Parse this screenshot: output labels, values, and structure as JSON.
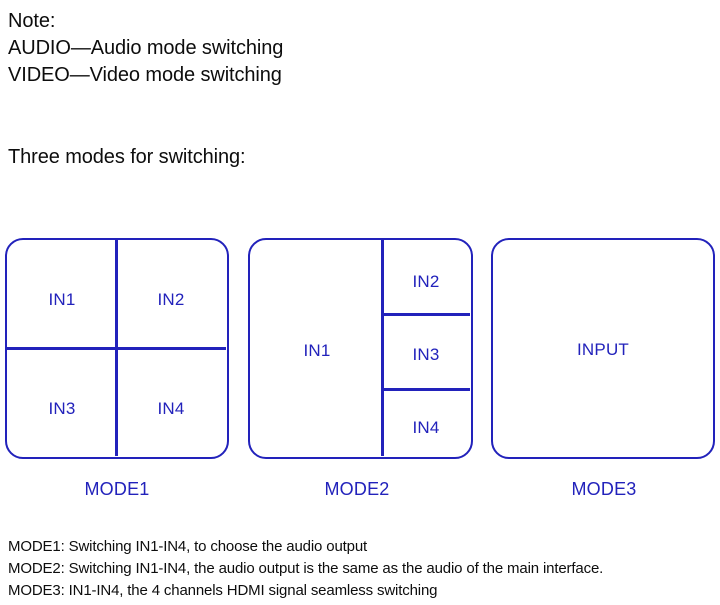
{
  "note": {
    "lines": [
      "Note:",
      "AUDIO—Audio mode switching",
      "VIDEO—Video mode switching"
    ]
  },
  "section": {
    "heading": "Three modes for switching:"
  },
  "colors": {
    "diagram_stroke": "#2222bb",
    "text": "#0d0d0d",
    "background": "#ffffff"
  },
  "diagrams": [
    {
      "id": "mode1",
      "caption": "MODE1",
      "layout": "2x2-grid",
      "cells": [
        {
          "label": "IN1",
          "position": "top-left"
        },
        {
          "label": "IN2",
          "position": "top-right"
        },
        {
          "label": "IN3",
          "position": "bottom-left"
        },
        {
          "label": "IN4",
          "position": "bottom-right"
        }
      ]
    },
    {
      "id": "mode2",
      "caption": "MODE2",
      "layout": "main-plus-three-stacked",
      "cells": [
        {
          "label": "IN1",
          "position": "main-left"
        },
        {
          "label": "IN2",
          "position": "right-top"
        },
        {
          "label": "IN3",
          "position": "right-middle"
        },
        {
          "label": "IN4",
          "position": "right-bottom"
        }
      ]
    },
    {
      "id": "mode3",
      "caption": "MODE3",
      "layout": "single-full",
      "cells": [
        {
          "label": "INPUT",
          "position": "full"
        }
      ]
    }
  ],
  "descriptions": [
    "MODE1: Switching IN1-IN4, to choose the audio output",
    "MODE2: Switching IN1-IN4, the audio output is the same as the audio of the main interface.",
    "MODE3: IN1-IN4, the 4 channels HDMI signal seamless switching"
  ]
}
